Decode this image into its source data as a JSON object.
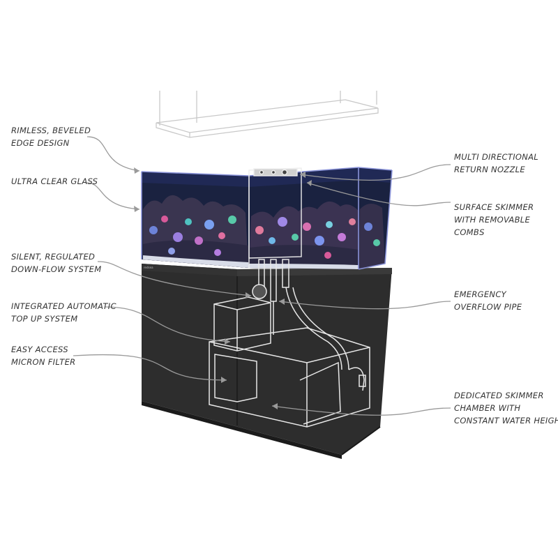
{
  "diagram": {
    "brand_mark": "redsea",
    "colors": {
      "background": "#ffffff",
      "label_text": "#333333",
      "leader_line": "#9a9a9a",
      "cabinet": "#2d2d2d",
      "cabinet_dark": "#1e1e1e",
      "water": "#1a2240",
      "glass_edge": "#8a93d8",
      "outline": "#e8e8e8"
    },
    "callouts_left": [
      {
        "id": "rimless",
        "lines": [
          "RIMLESS, BEVELED",
          "EDGE DESIGN"
        ]
      },
      {
        "id": "glass",
        "lines": [
          "ULTRA CLEAR GLASS"
        ]
      },
      {
        "id": "downflow",
        "lines": [
          "SILENT, REGULATED",
          "DOWN-FLOW SYSTEM"
        ]
      },
      {
        "id": "topup",
        "lines": [
          "INTEGRATED AUTOMATIC",
          "TOP UP SYSTEM"
        ]
      },
      {
        "id": "filter",
        "lines": [
          "EASY ACCESS",
          "MICRON FILTER"
        ]
      }
    ],
    "callouts_right": [
      {
        "id": "nozzle",
        "lines": [
          "MULTI DIRECTIONAL",
          "RETURN NOZZLE"
        ]
      },
      {
        "id": "skimmer",
        "lines": [
          "SURFACE SKIMMER",
          "WITH REMOVABLE",
          "COMBS"
        ]
      },
      {
        "id": "overflow",
        "lines": [
          "EMERGENCY",
          "OVERFLOW PIPE"
        ]
      },
      {
        "id": "chamber",
        "lines": [
          "DEDICATED SKIMMER",
          "CHAMBER WITH",
          "CONSTANT WATER HEIGHT"
        ]
      }
    ]
  }
}
